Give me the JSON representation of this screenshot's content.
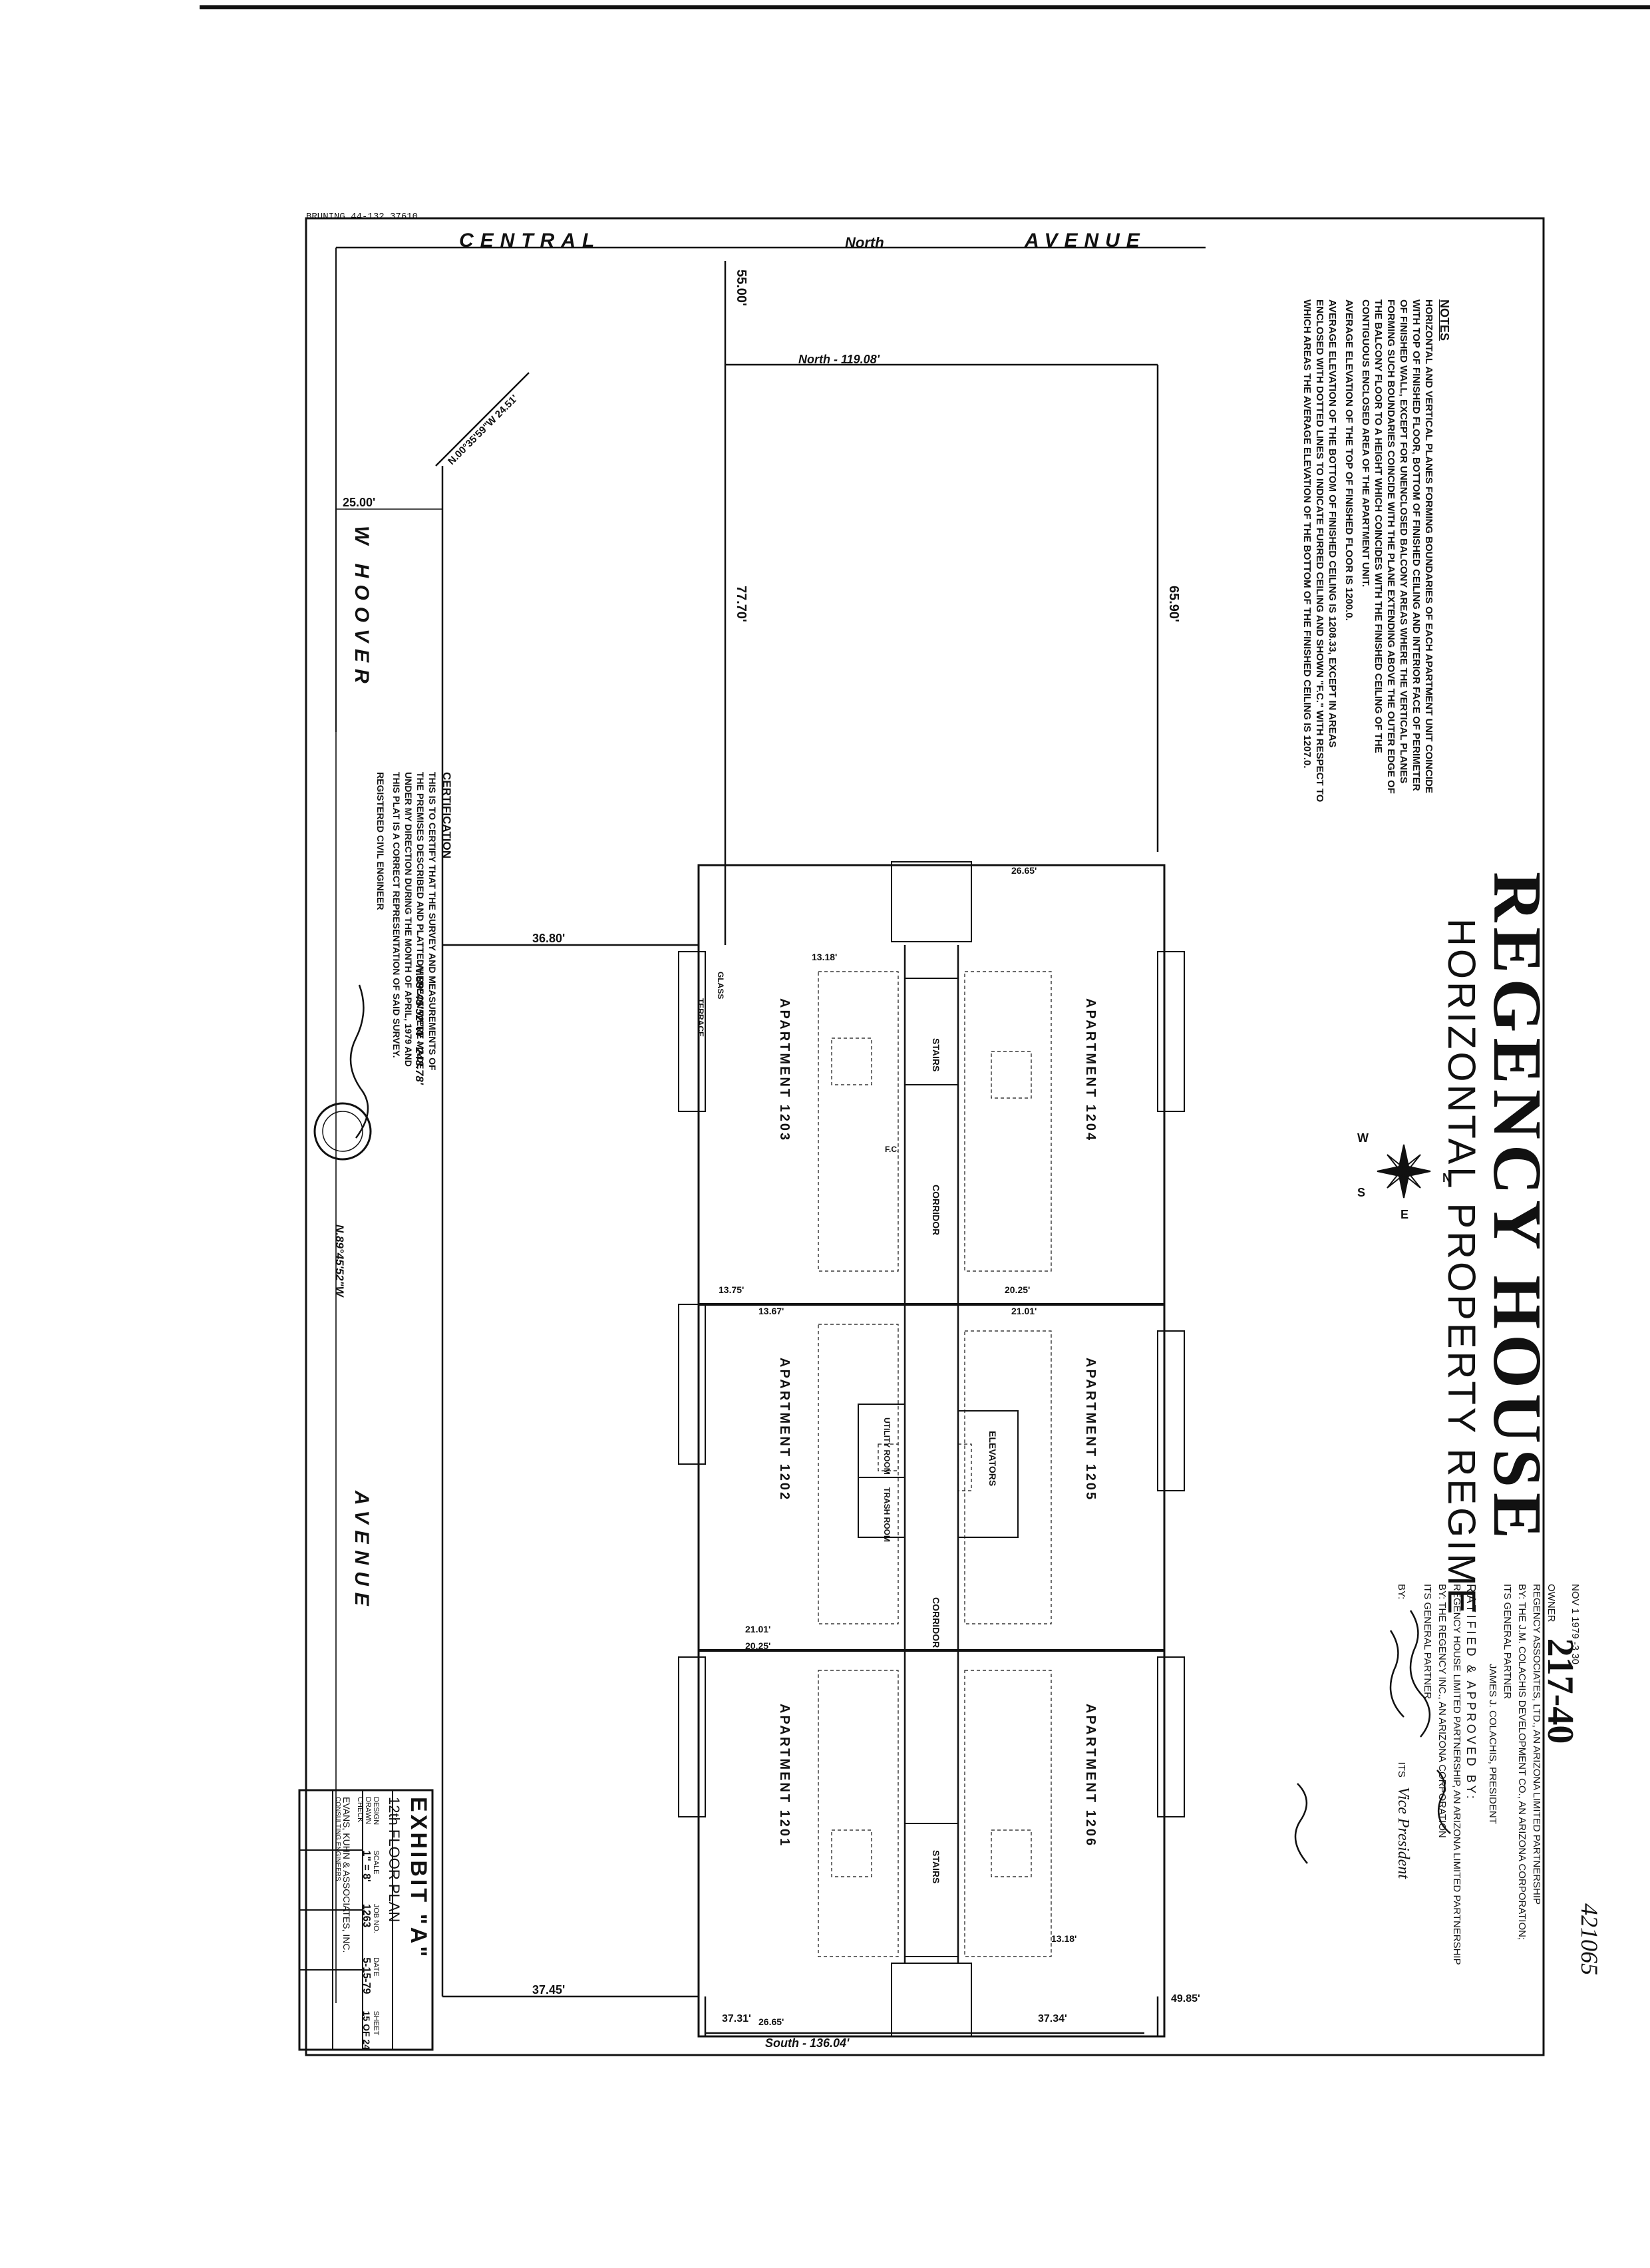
{
  "stamp": "BRUNING 44-132 37610",
  "title": {
    "main": "REGENCY HOUSE",
    "sub": "HORIZONTAL PROPERTY REGIME"
  },
  "streets": {
    "top_left": "CENTRAL",
    "top_mid": "North",
    "top_right": "AVENUE",
    "left": "W HOOVER",
    "bottom": "AVENUE"
  },
  "dims": {
    "d_55": "55.00'",
    "d_north": "North - 119.08'",
    "d_diag": "N.00°35'59\"W 24.51'",
    "d_25": "25.00'",
    "d_7770": "77.70'",
    "d_6590": "65.90'",
    "d_3680": "36.80'",
    "d_3745": "37.45'",
    "d_3731": "37.31'",
    "d_3734": "37.34'",
    "d_4985": "49.85'",
    "d_south": "South - 136.04'",
    "d_bear1": "N.89°45'52\"W - 248.78'",
    "d_bear2": "N.89°45'52\"W",
    "d_2665a": "26.65'",
    "d_2665b": "26.65'",
    "d_2025a": "20.25'",
    "d_2025b": "20.25'",
    "d_2101a": "21.01'",
    "d_2101b": "21.01'",
    "d_1318a": "13.18'",
    "d_1318b": "13.18'",
    "d_1375": "13.75'",
    "d_1367": "13.67'"
  },
  "rooms": {
    "apt1201": "APARTMENT 1201",
    "apt1202": "APARTMENT 1202",
    "apt1203": "APARTMENT 1203",
    "apt1204": "APARTMENT 1204",
    "apt1205": "APARTMENT 1205",
    "apt1206": "APARTMENT 1206",
    "corridor1": "CORRIDOR",
    "corridor2": "CORRIDOR",
    "stairs1": "STAIRS",
    "stairs2": "STAIRS",
    "elevators": "ELEVATORS",
    "utility": "UTILITY ROOM",
    "trash": "TRASH ROOM",
    "terrace": "TERRACE",
    "glass": "GLASS",
    "fc": "F.C."
  },
  "compass": {
    "n": "N",
    "s": "S",
    "e": "E",
    "w": "W"
  },
  "notes": {
    "heading": "NOTES",
    "p1": "HORIZONTAL AND VERTICAL PLANES FORMING BOUNDARIES OF EACH APARTMENT UNIT COINCIDE WITH TOP OF FINISHED FLOOR, BOTTOM OF FINISHED CEILING AND INTERIOR FACE OF PERIMETER OF FINISHED WALL, EXCEPT FOR UNENCLOSED BALCONY AREAS WHERE THE VERTICAL PLANES FORMING SUCH BOUNDARIES COINCIDE WITH THE PLANE EXTENDING ABOVE THE OUTER EDGE OF THE BALCONY FLOOR TO A HEIGHT WHICH COINCIDES WITH THE FINISHED CEILING OF THE CONTIGUOUS ENCLOSED AREA OF THE APARTMENT UNIT.",
    "p2": "AVERAGE ELEVATION OF THE TOP OF FINISHED FLOOR IS 1200.0.",
    "p3": "AVERAGE ELEVATION OF THE BOTTOM OF FINISHED CEILING IS 1208.33, EXCEPT IN AREAS ENCLOSED WITH DOTTED LINES TO INDICATE FURRED CEILING AND SHOWN \"F.C.\" WITH RESPECT TO WHICH AREAS THE AVERAGE ELEVATION OF THE BOTTOM OF THE FINISHED CEILING IS 1207.0."
  },
  "certification": {
    "heading": "CERTIFICATION",
    "text": "THIS IS TO CERTIFY THAT THE SURVEY AND MEASUREMENTS OF THE PREMISES DESCRIBED AND PLATTED HEREON WERE MADE UNDER MY DIRECTION DURING THE MONTH OF APRIL, 1979 AND THIS PLAT IS A CORRECT REPRESENTATION OF SAID SURVEY.",
    "engineer": "REGISTERED CIVIL ENGINEER"
  },
  "owner_block": {
    "number": "421065",
    "recorded": "NOV 1 1979 -3 30",
    "owner_label": "OWNER",
    "book": "217-40",
    "line1": "REGENCY ASSOCIATES, LTD., AN ARIZONA LIMITED PARTNERSHIP",
    "line2": "BY: THE J.M. COLACHIS DEVELOPMENT CO., AN ARIZONA CORPORATION;",
    "line3": "ITS GENERAL PARTNER",
    "line4": "JAMES J. COLACHIS, PRESIDENT",
    "ratified": "RATIFIED & APPROVED BY:",
    "line5": "REGENCY HOUSE LIMITED PARTNERSHIP, AN ARIZONA LIMITED PARTNERSHIP",
    "line6": "BY: THE REGENCY INC., AN ARIZONA CORPORATION",
    "line7": "ITS GENERAL PARTNER",
    "by": "BY:",
    "its": "ITS",
    "title": "Vice President"
  },
  "titleblock": {
    "exhibit": "EXHIBIT \"A\"",
    "plan": "12th FLOOR PLAN",
    "design_lbl": "DESIGN",
    "design_val": "",
    "drawn_lbl": "DRAWN",
    "drawn_val": "",
    "check_lbl": "CHECK",
    "check_val": "",
    "scale_lbl": "SCALE",
    "scale_val": "1\" = 8'",
    "job_lbl": "JOB NO.",
    "job_val": "1263",
    "date_lbl": "DATE",
    "date_val": "5-15-79",
    "sheet_lbl": "SHEET",
    "sheet_val": "15 OF 24",
    "firm": "EVANS, KUHN & ASSOCIATES, INC.",
    "firm_sub": "CONSULTING ENGINEERS"
  }
}
